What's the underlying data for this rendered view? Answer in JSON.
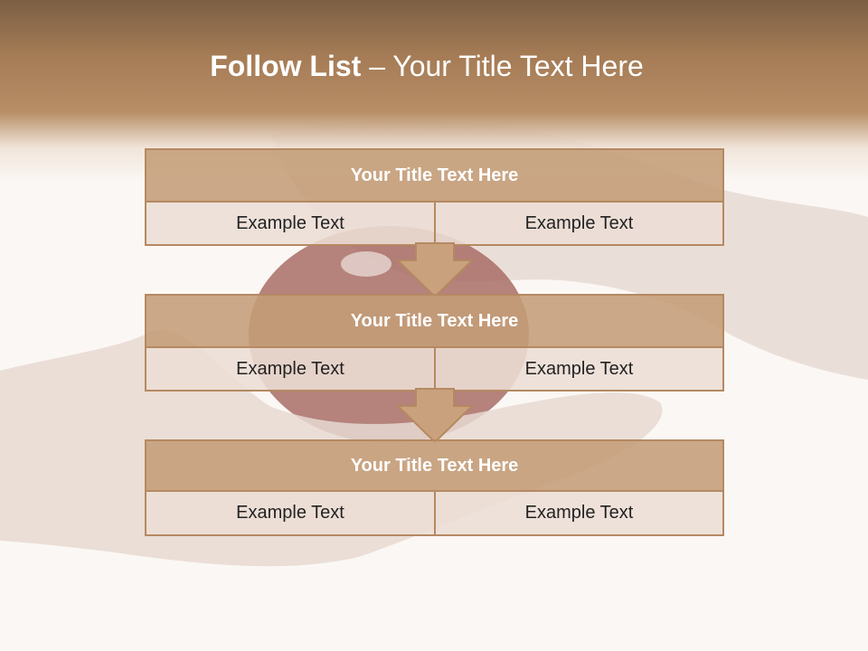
{
  "slide": {
    "title_bold": "Follow List",
    "title_rest": "– Your Title Text Here"
  },
  "steps": [
    {
      "title": "Your Title Text Here",
      "cells": [
        "Example Text",
        "Example Text"
      ]
    },
    {
      "title": "Your Title Text Here",
      "cells": [
        "Example Text",
        "Example Text"
      ]
    },
    {
      "title": "Your Title Text Here",
      "cells": [
        "Example Text",
        "Example Text"
      ]
    }
  ],
  "colors": {
    "header": "#b0865e",
    "box_title": "#c49d78",
    "box_body": "#ecded5",
    "border": "#b58962",
    "arrow": "#c9a27d"
  }
}
